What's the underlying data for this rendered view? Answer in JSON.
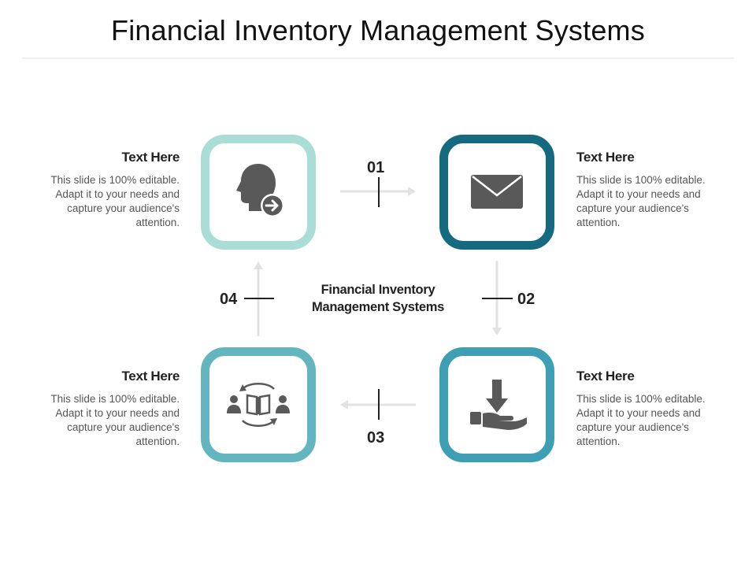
{
  "title": "Financial Inventory Management Systems",
  "center_label": "Financial Inventory Management Systems",
  "colors": {
    "tile_1": "#a9ddd6",
    "tile_2": "#156a80",
    "tile_3": "#3e9fb4",
    "tile_4": "#63b6c0",
    "icon": "#595959",
    "arrow": "#e2e2e2",
    "tick": "#222222"
  },
  "steps": [
    {
      "number": "01",
      "heading": "Text Here",
      "description": "This slide is 100% editable. Adapt it to your needs and capture your audience's attention.",
      "icon": "head-arrow-icon"
    },
    {
      "number": "02",
      "heading": "Text Here",
      "description": "This slide is 100% editable. Adapt it to your needs and capture your audience's attention.",
      "icon": "envelope-icon"
    },
    {
      "number": "03",
      "heading": "Text Here",
      "description": "This slide is 100% editable. Adapt it to your needs and capture your audience's attention.",
      "icon": "hand-download-icon"
    },
    {
      "number": "04",
      "heading": "Text Here",
      "description": "This slide is 100% editable. Adapt it to your needs and capture your audience's attention.",
      "icon": "knowledge-sharing-icon"
    }
  ]
}
